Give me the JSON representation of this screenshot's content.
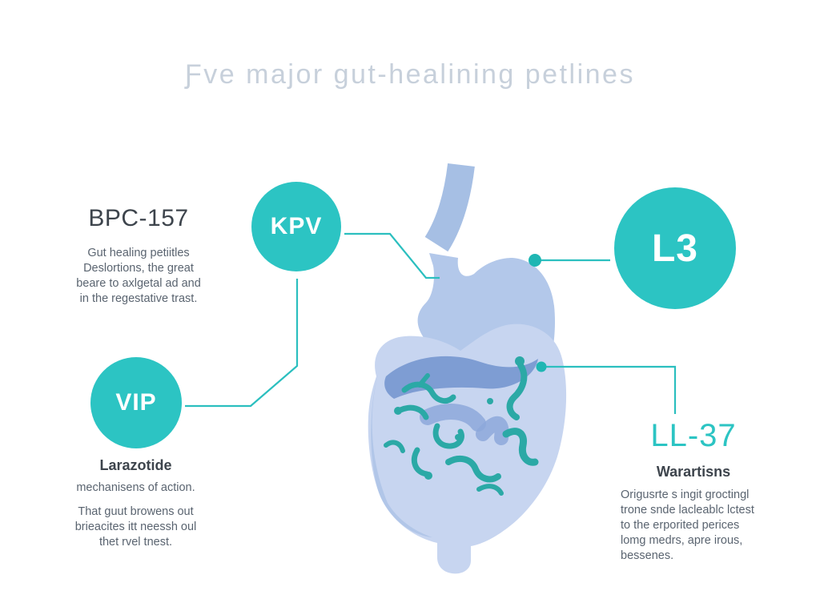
{
  "title": "Ƒve major gut-healining petlines",
  "bpc157": {
    "heading": "BPC-157",
    "lines": [
      "Gut healing petiitles",
      "Deslortions, the great",
      "beare to axlgetal ad and",
      "in the regestative trast."
    ]
  },
  "kpv": {
    "label": "KPV"
  },
  "l3": {
    "label": "L3"
  },
  "vip": {
    "label": "VIP"
  },
  "larazotide": {
    "heading": "Larazotide",
    "subheading": "mechanisens of action.",
    "lines": [
      "That guut browens out",
      "brieacites itt neessh oul",
      "thet rvel tnest."
    ]
  },
  "ll37": {
    "heading": "LL-37",
    "subheading": "Warartisns",
    "lines": [
      "Origusrte s ingit groctingl",
      "trone snde lacleablc lctest",
      "to the erporited perices",
      "lomg medrs, apre irous,",
      "bessenes."
    ]
  },
  "colors": {
    "accent_teal": "#2cc4c3",
    "connector_teal": "#2bbfbf",
    "dot_teal": "#1fb6b3",
    "esophagus_blue": "#a6bfe4",
    "stomach_blue": "#b3c8ea",
    "intestine_blue": "#c7d5f0",
    "deep_blue": "#7e9dd3",
    "worm_teal": "#2ba9a6",
    "title_gray": "#c7d0db",
    "heading_gray": "#3d444c",
    "body_gray": "#5a6470"
  }
}
